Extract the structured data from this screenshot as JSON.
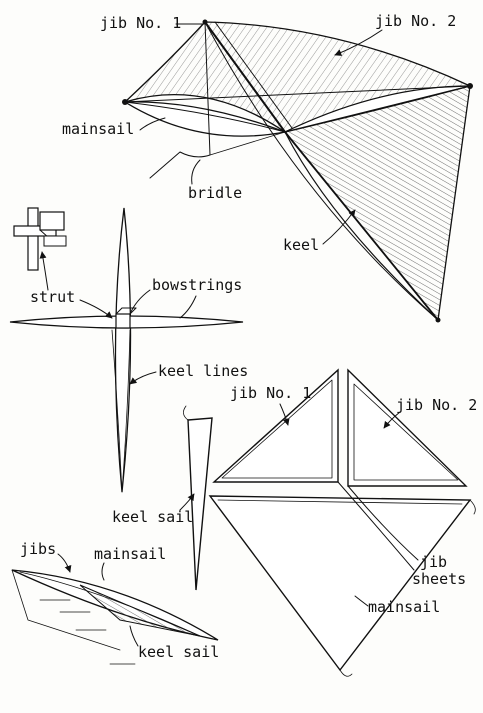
{
  "labels": {
    "jib_no1_top": "jib No. 1",
    "jib_no2_top": "jib No. 2",
    "mainsail_top": "mainsail",
    "bridle": "bridle",
    "keel": "keel",
    "strut": "strut",
    "bowstrings": "bowstrings",
    "keel_lines": "keel lines",
    "jib_no1_pattern": "jib No. 1",
    "jib_no2_pattern": "jib No. 2",
    "keel_sail_pattern": "keel sail",
    "jib_sheets_line1": "jib",
    "jib_sheets_line2": "sheets",
    "mainsail_pattern": "mainsail",
    "jibs_side": "jibs",
    "mainsail_side": "mainsail",
    "keel_sail_side": "keel sail"
  },
  "colors": {
    "ink": "#111111",
    "paper": "#fdfdfb"
  }
}
